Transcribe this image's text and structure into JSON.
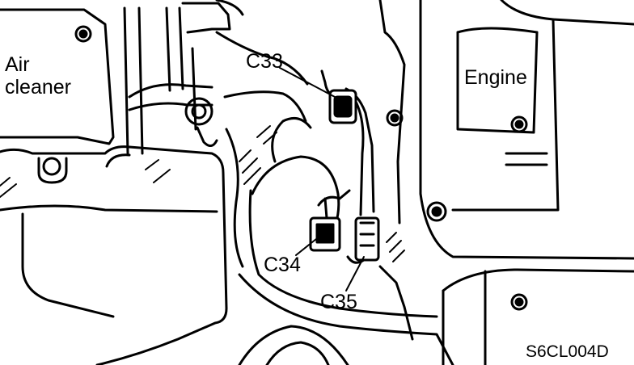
{
  "labels": {
    "air_cleaner_line1": "Air",
    "air_cleaner_line2": "cleaner",
    "engine": "Engine",
    "c33": "C33",
    "c34": "C34",
    "c35": "C35",
    "figure_code": "S6CL004D"
  },
  "colors": {
    "ink": "#000000",
    "paper": "#ffffff"
  }
}
